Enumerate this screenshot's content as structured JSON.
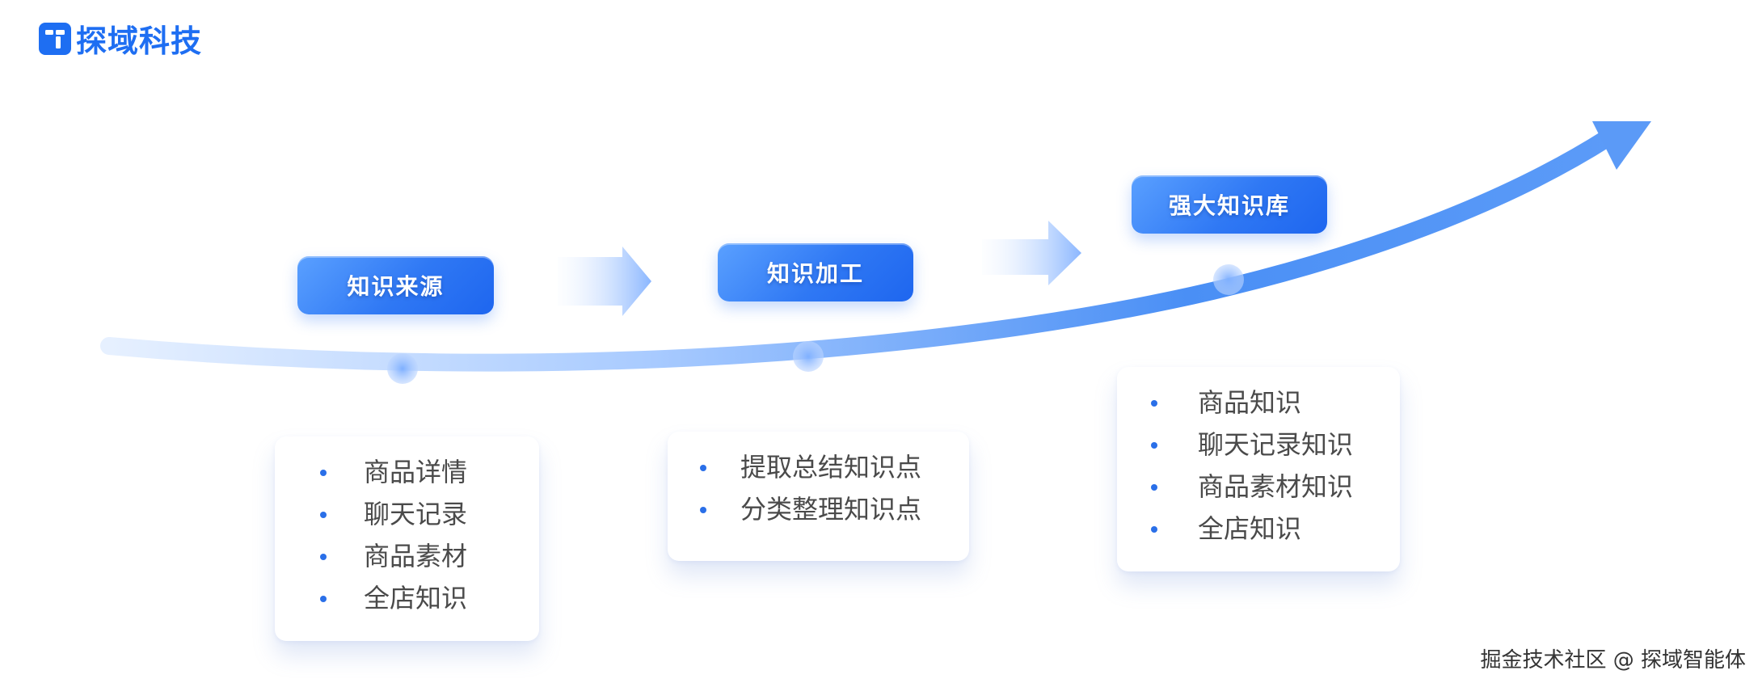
{
  "brand": {
    "name": "探域科技",
    "color": "#1e6ef2"
  },
  "stages": [
    {
      "label": "知识来源",
      "items": [
        "商品详情",
        "聊天记录",
        "商品素材",
        "全店知识"
      ]
    },
    {
      "label": "知识加工",
      "items": [
        "提取总结知识点",
        "分类整理知识点"
      ]
    },
    {
      "label": "强大知识库",
      "items": [
        "商品知识",
        "聊天记录知识",
        "商品素材知识",
        "全店知识"
      ]
    }
  ],
  "colors": {
    "accent": "#2f78f4",
    "bullet": "#2a6fe8",
    "text": "#4a4a4a"
  },
  "watermark": "掘金技术社区 @ 探域智能体"
}
